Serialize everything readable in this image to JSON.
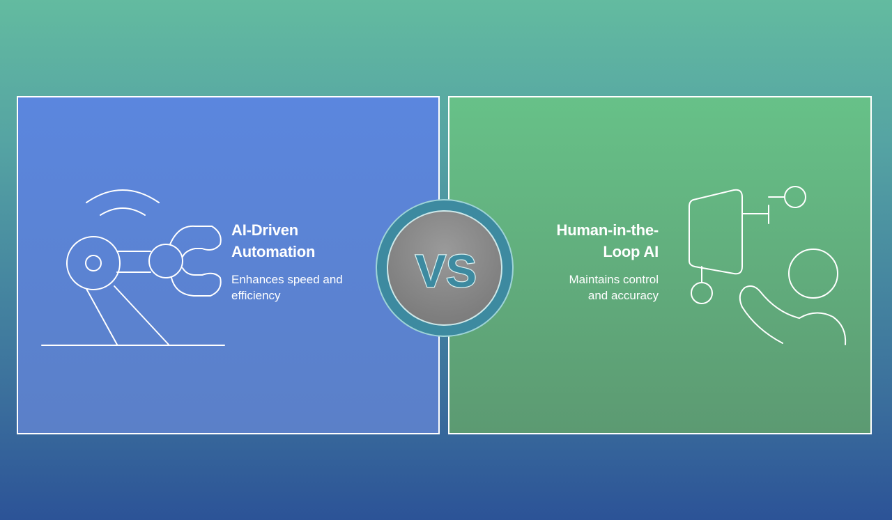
{
  "left_panel": {
    "title_line1": "AI-Driven",
    "title_line2": "Automation",
    "desc_line1": "Enhances speed and",
    "desc_line2": "efficiency",
    "icon": "robotic-arm-icon",
    "color": "#5b86de"
  },
  "right_panel": {
    "title_line1": "Human-in-the-",
    "title_line2": "Loop AI",
    "desc_line1": "Maintains control",
    "desc_line2": "and accuracy",
    "icon": "human-operator-icon",
    "color": "#67c188"
  },
  "vs_badge": {
    "text": "VS",
    "color": "#3d8aa0"
  }
}
